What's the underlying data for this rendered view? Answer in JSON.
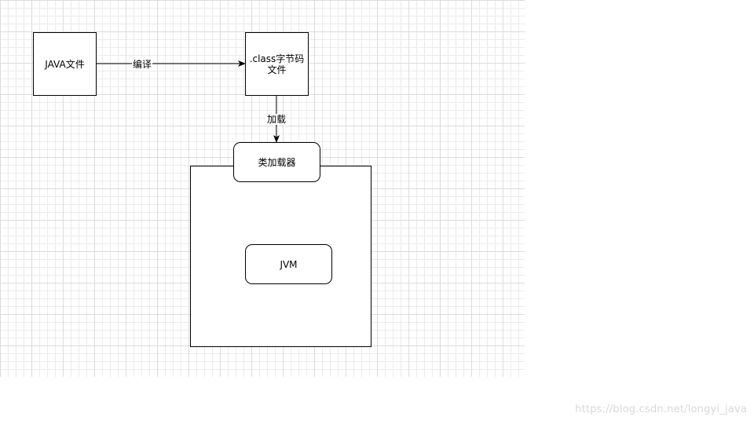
{
  "nodes": {
    "java_file": "JAVA文件",
    "class_file_line1": ".class字节码",
    "class_file_line2": "文件",
    "class_loader": "类加载器",
    "jvm": "JVM"
  },
  "edges": {
    "compile_label": "编译",
    "load_label": "加载"
  },
  "watermark": "https://blog.csdn.net/longyi_java",
  "colors": {
    "stroke": "#000000",
    "grid_minor": "#ebebeb",
    "grid_major": "#dcdcdc",
    "watermark": "#d8d8d8"
  }
}
